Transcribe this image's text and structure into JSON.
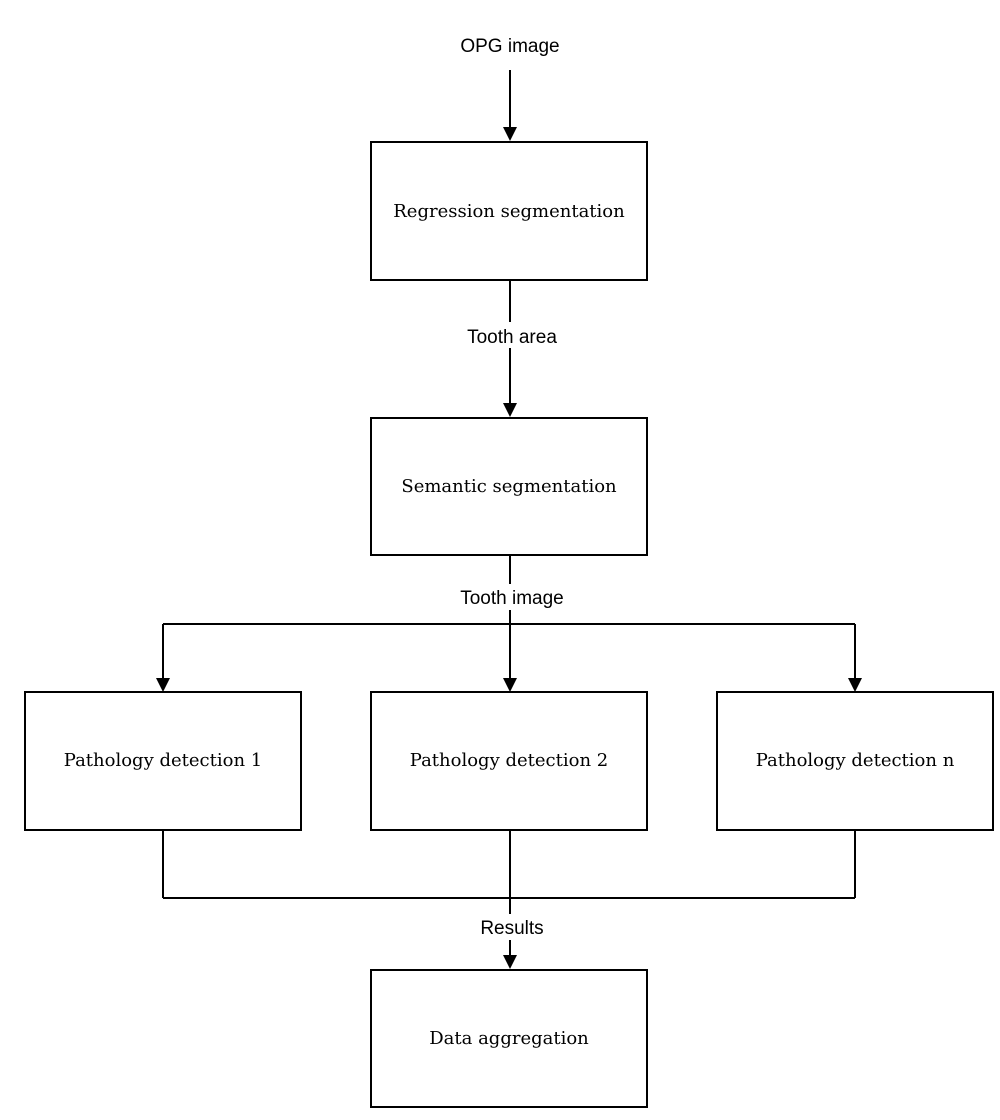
{
  "diagram": {
    "input_label": "OPG image",
    "nodes": {
      "regression": "Regression segmentation",
      "semantic": "Semantic segmentation",
      "pathology_1": "Pathology detection 1",
      "pathology_2": "Pathology detection 2",
      "pathology_n": "Pathology detection n",
      "aggregation": "Data aggregation"
    },
    "edge_labels": {
      "tooth_area": "Tooth area",
      "tooth_image": "Tooth image",
      "results": "Results"
    }
  }
}
